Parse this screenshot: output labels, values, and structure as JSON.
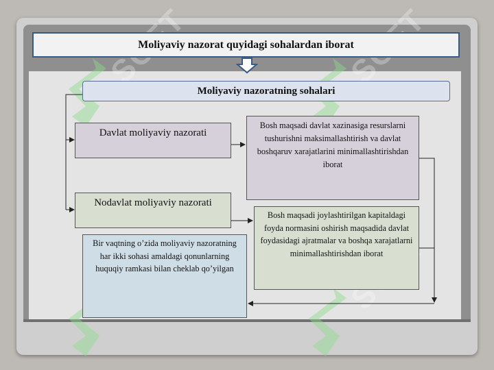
{
  "title": "Moliyaviy nazorat quyidagi sohalardan iborat",
  "header": "Moliyaviy nazoratning sohalari",
  "boxes": {
    "davlat": "Davlat  moliyaviy nazorati",
    "davlat_desc": "Bosh maqsadi davlat xazinasiga resurslarni tushurishni maksimallashtirish va davlat boshqaruv xarajatlarini minimallashtirishdan iborat",
    "nodavlat": "Nodavlat moliyaviy nazorati",
    "nodavlat_desc": "Bosh maqsadi joylashtirilgan kapitaldagi foyda normasini oshirish maqsadida davlat foydasidagi ajratmalar va boshqa xarajatlarni minimallashtirishdan iborat",
    "both": "Bir vaqtning o’zida moliyaviy nazoratning har ikki sohasi amaldagi qonunlarning huquqiy ramkasi bilan cheklab qo’yilgan"
  },
  "watermark": "SOFT",
  "colors": {
    "title_border": "#3b5a82",
    "davlat_fill": "#d6d0da",
    "nodavlat_fill": "#d9dfd0",
    "both_fill": "#cfdde6",
    "header_fill": "#dde3ee"
  }
}
